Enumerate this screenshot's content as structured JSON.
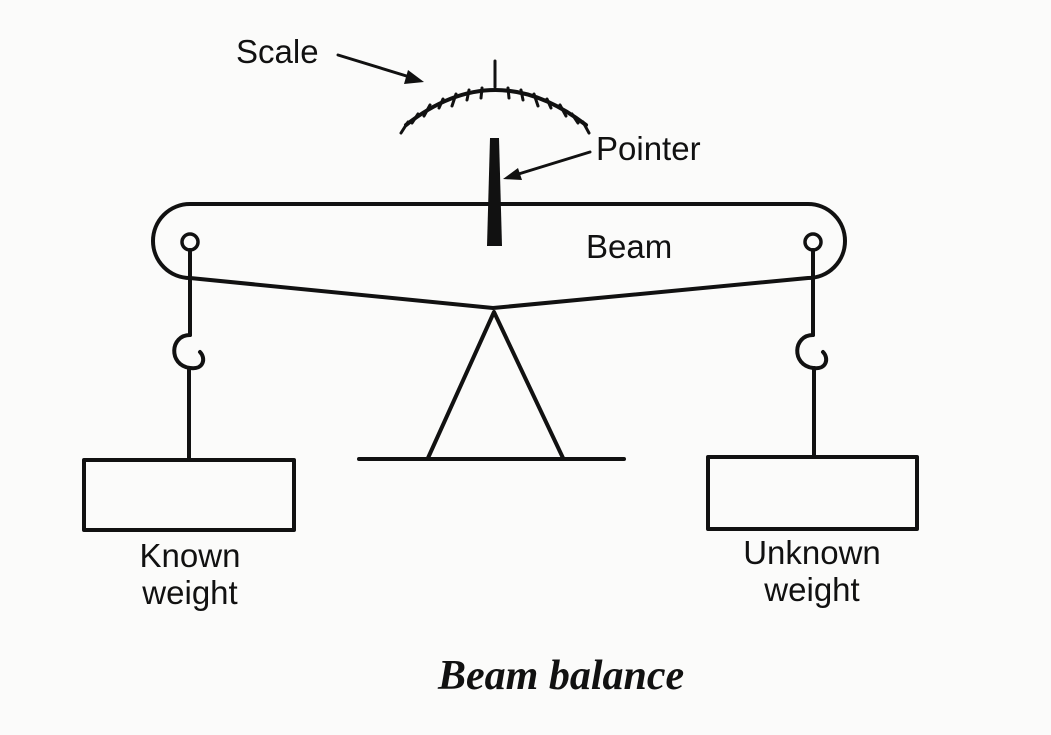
{
  "labels": {
    "scale": "Scale",
    "pointer": "Pointer",
    "beam": "Beam",
    "known_weight_line1": "Known",
    "known_weight_line2": "weight",
    "unknown_weight_line1": "Unknown",
    "unknown_weight_line2": "weight"
  },
  "caption": "Beam balance",
  "colors": {
    "ink": "#111111",
    "background": "#fbfbfa"
  }
}
